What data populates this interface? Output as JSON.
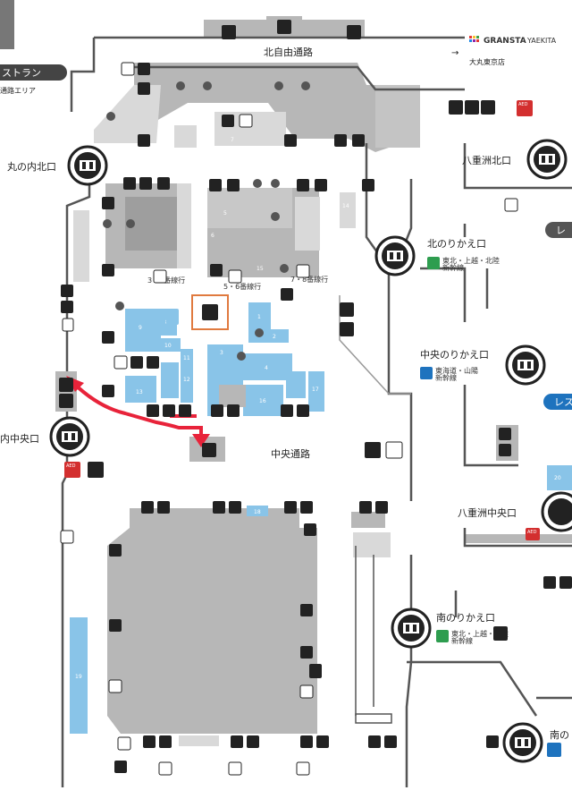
{
  "corridors": {
    "north": "北自由通路",
    "central": "中央通路"
  },
  "sections": {
    "restaurant": "ストラン",
    "area": "通路エリア"
  },
  "brand": {
    "name": "GRANSTA",
    "suffix": "YAEKITA",
    "arrow": "→",
    "store": "大丸東京店",
    "colors": [
      "#e53935",
      "#fbc02d",
      "#43a047",
      "#1e88e5",
      "#8e24aa"
    ]
  },
  "exits": {
    "marunouchi_north": "丸の内北口",
    "marunouchi_central": "内中央口",
    "yaesu_north": "八重洲北口",
    "yaesu_central": "八重洲中央口",
    "minami_edge": "南の"
  },
  "transfers": {
    "north": {
      "title": "北のりかえ口",
      "line1": "東北・上越・北陸",
      "line2": "新幹線"
    },
    "central": {
      "title": "中央のりかえ口",
      "line1": "東海道・山陽",
      "line2": "新幹線"
    },
    "south": {
      "title": "南のりかえ口",
      "line1": "東北・上越・北陸",
      "line2": "新幹線"
    }
  },
  "edge_labels": {
    "re1": "レ",
    "re2": "レス"
  },
  "aed": "AED",
  "shop_numbers": [
    "1",
    "2",
    "3",
    "4",
    "5",
    "6",
    "7",
    "8",
    "9",
    "10",
    "11",
    "12",
    "13",
    "14",
    "15",
    "16",
    "17",
    "18",
    "19",
    "20"
  ],
  "platform_labels": {
    "p34": "3・4番線行",
    "p56": "5・6番線行",
    "p78": "7・8番線行"
  },
  "route_color": "#e8233a",
  "colors": {
    "gray": "#b7b7b7",
    "light_gray": "#d9d9d9",
    "blue": "#89c4e8",
    "wall": "#555555",
    "icon": "#222222",
    "aed_red": "#d32f2f",
    "shinkansen_green": "#2e9d4f",
    "shinkansen_blue": "#1e73be"
  },
  "icons": [
    "escalator-icon",
    "stairs-icon",
    "elevator-icon",
    "restroom-icon",
    "wheelchair-icon",
    "information-icon",
    "aed-icon",
    "exit-gate-icon",
    "phone-icon",
    "nursing-room-icon"
  ]
}
